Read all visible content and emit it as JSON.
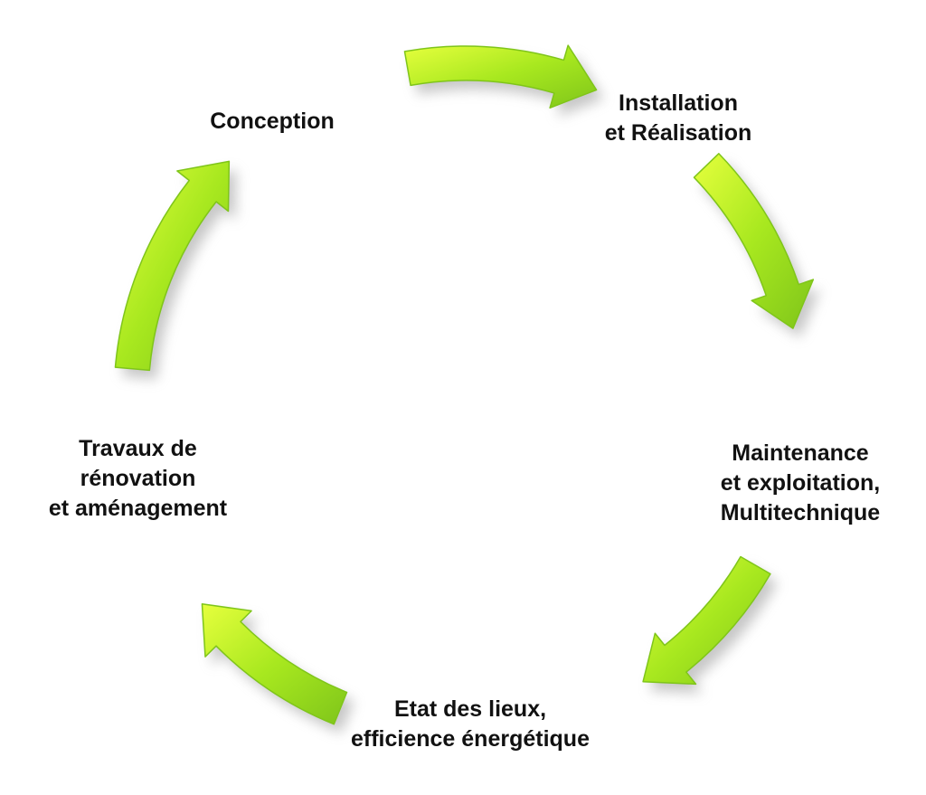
{
  "diagram": {
    "type": "cycle",
    "colors": {
      "arrow_light": "#e6ff3d",
      "arrow_mid": "#a8e81f",
      "arrow_dark": "#7fc51a",
      "shadow": "#9a9a9a",
      "text": "#111111",
      "background": "#ffffff"
    },
    "stages": [
      {
        "id": "conception",
        "lines": [
          "Conception"
        ]
      },
      {
        "id": "installation",
        "lines": [
          "Installation",
          "et Réalisation"
        ]
      },
      {
        "id": "maintenance",
        "lines": [
          "Maintenance",
          "et exploitation,",
          "Multitechnique"
        ]
      },
      {
        "id": "etat",
        "lines": [
          "Etat des lieux,",
          "efficience énergétique"
        ]
      },
      {
        "id": "travaux",
        "lines": [
          "Travaux de",
          "rénovation",
          "et aménagement"
        ]
      }
    ],
    "arrows": [
      {
        "from": "conception",
        "to": "installation",
        "direction": "clockwise"
      },
      {
        "from": "installation",
        "to": "maintenance",
        "direction": "clockwise"
      },
      {
        "from": "maintenance",
        "to": "etat",
        "direction": "clockwise"
      },
      {
        "from": "etat",
        "to": "travaux",
        "direction": "clockwise"
      },
      {
        "from": "travaux",
        "to": "conception",
        "direction": "clockwise"
      }
    ]
  }
}
